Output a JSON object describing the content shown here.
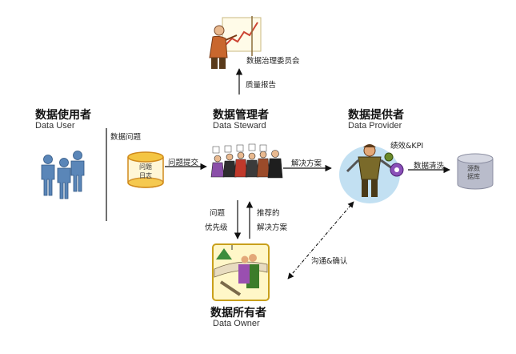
{
  "roles": {
    "user": {
      "cn": "数据使用者",
      "en": "Data User"
    },
    "steward": {
      "cn": "数据管理者",
      "en": "Data Steward"
    },
    "provider": {
      "cn": "数据提供者",
      "en": "Data Provider"
    },
    "owner": {
      "cn": "数据所有者",
      "en": "Data Owner"
    }
  },
  "committee": "数据治理委员会",
  "flows": {
    "quality_report": "质量报告",
    "data_issues": "数据问题",
    "issue_submit": "问题提交",
    "solution": "解决方案",
    "issue": "问题",
    "priority": "优先级",
    "recommended": "推荐的",
    "recommended_solution": "解决方案",
    "communicate": "沟通&确认",
    "kpi": "绩效&KPI",
    "cleansing": "数据清洗"
  },
  "log": {
    "line1": "问题",
    "line2": "日志"
  },
  "db": {
    "line1": "源数",
    "line2": "据库"
  },
  "colors": {
    "person_blue": "#5a86b8",
    "cylinder_fill": "#f4c542",
    "db_fill": "#b9bccb",
    "arrow": "#111111"
  }
}
